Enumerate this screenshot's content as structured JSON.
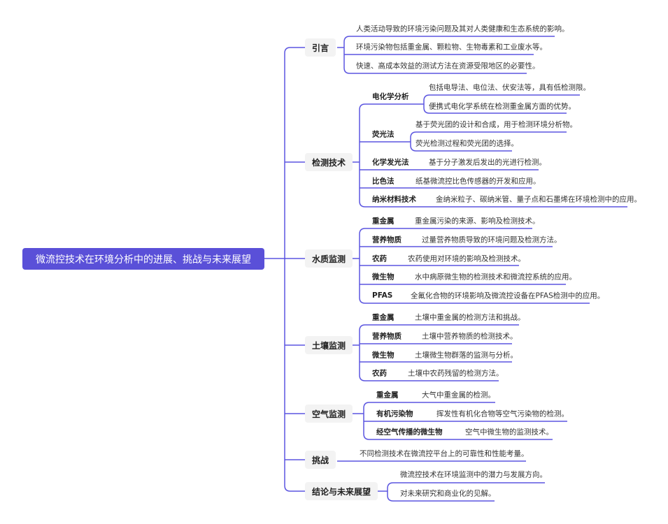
{
  "root": "微流控技术在环境分析中的进展、挑战与未来展望",
  "branches": {
    "intro": {
      "label": "引言",
      "items": [
        "人类活动导致的环境污染问题及其对人类健康和生态系统的影响。",
        "环境污染物包括重金属、颗粒物、生物毒素和工业废水等。",
        "快速、高成本效益的测试方法在资源受限地区的必要性。"
      ]
    },
    "detect": {
      "label": "检测技术",
      "items": [
        {
          "label": "电化学分析",
          "details": [
            "包括电导法、电位法、伏安法等，具有低检测限。",
            "便携式电化学系统在检测重金属方面的优势。"
          ]
        },
        {
          "label": "荧光法",
          "details": [
            "基于荧光团的设计和合成，用于检测环境分析物。",
            "荧光检测过程和荧光团的选择。"
          ]
        },
        {
          "label": "化学发光法",
          "details": [
            "基于分子激发后发出的光进行检测。"
          ]
        },
        {
          "label": "比色法",
          "details": [
            "纸基微流控比色传感器的开发和应用。"
          ]
        },
        {
          "label": "纳米材料技术",
          "details": [
            "金纳米粒子、碳纳米管、量子点和石墨烯在环境检测中的应用。"
          ]
        }
      ]
    },
    "water": {
      "label": "水质监测",
      "items": [
        {
          "label": "重金属",
          "detail": "重金属污染的来源、影响及检测技术。"
        },
        {
          "label": "营养物质",
          "detail": "过量营养物质导致的环境问题及检测方法。"
        },
        {
          "label": "农药",
          "detail": "农药使用对环境的影响及检测技术。"
        },
        {
          "label": "微生物",
          "detail": "水中病原微生物的检测技术和微流控系统的应用。"
        },
        {
          "label": "PFAS",
          "detail": "全氟化合物的环境影响及微流控设备在PFAS检测中的应用。"
        }
      ]
    },
    "soil": {
      "label": "土壤监测",
      "items": [
        {
          "label": "重金属",
          "detail": "土壤中重金属的检测方法和挑战。"
        },
        {
          "label": "营养物质",
          "detail": "土壤中营养物质的检测技术。"
        },
        {
          "label": "微生物",
          "detail": "土壤微生物群落的监测与分析。"
        },
        {
          "label": "农药",
          "detail": "土壤中农药残留的检测方法。"
        }
      ]
    },
    "air": {
      "label": "空气监测",
      "items": [
        {
          "label": "重金属",
          "detail": "大气中重金属的检测。"
        },
        {
          "label": "有机污染物",
          "detail": "挥发性有机化合物等空气污染物的检测。"
        },
        {
          "label": "经空气传播的微生物",
          "detail": "空气中微生物的监测技术。"
        }
      ]
    },
    "challenge": {
      "label": "挑战",
      "items": [
        "不同检测技术在微流控平台上的可靠性和性能考量。"
      ]
    },
    "conclusion": {
      "label": "结论与未来展望",
      "items": [
        "微流控技术在环境监测中的潜力与发展方向。",
        "对未来研究和商业化的见解。"
      ]
    }
  },
  "colors": {
    "accent": "#5a50d8",
    "line": "#5b55e0",
    "node_bg": "#f3f3f3"
  }
}
